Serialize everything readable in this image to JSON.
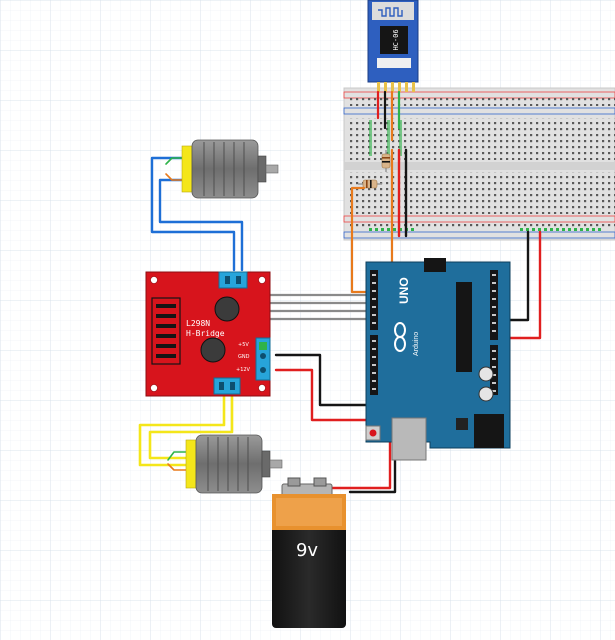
{
  "colors": {
    "grid": "#dfe6ee",
    "breadboard": "#e4e4e4",
    "driver_board": "#d7141c",
    "arduino_board": "#1f6e9c",
    "bt_module": "#2e5fbf",
    "motor_body": "#7c7c7c",
    "wire_blue": "#1e6fd6",
    "wire_yellow": "#f4e61a",
    "wire_red": "#e01f1f",
    "wire_black": "#151515",
    "wire_orange": "#e87a1c",
    "wire_gray": "#8a8a8a"
  },
  "bluetooth_module": {
    "label": "HC-06",
    "icon": "wifi-antenna-icon"
  },
  "driver": {
    "title_line1": "L298N",
    "title_line2": "H-Bridge",
    "pin_5v": "+5V",
    "pin_gnd": "GND",
    "pin_12v": "+12V"
  },
  "arduino": {
    "model": "UNO",
    "brand": "Arduino",
    "icon": "infinity-logo-icon"
  },
  "battery": {
    "label": "9v"
  }
}
